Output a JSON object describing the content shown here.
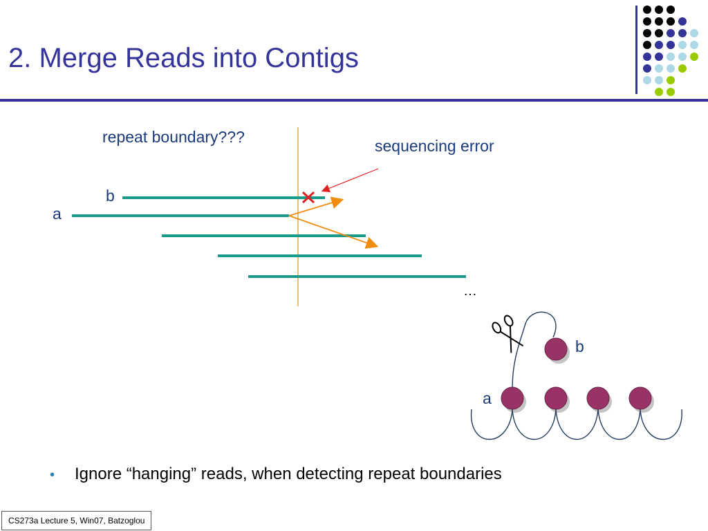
{
  "slide": {
    "title": "2. Merge Reads into Contigs"
  },
  "colors": {
    "title": "#333399",
    "read": "#1a9a8a",
    "boundary": "#f5a623",
    "arrow": "#f08c10",
    "error_marker": "#e02020",
    "error_pointer": "#e02020",
    "node": "#993366",
    "edge": "#1f3a5a",
    "dot_palette": [
      "#000000",
      "#333399",
      "#add8e6",
      "#99cc00"
    ]
  },
  "diagram": {
    "repeat_label": "repeat boundary???",
    "error_label": "sequencing error",
    "read_b_label": "b",
    "read_a_label": "a",
    "ellipsis": "…",
    "graph_b_label": "b",
    "graph_a_label": "a",
    "scissors_icon": "scissors-icon",
    "error_icon": "cross-mark-icon"
  },
  "bullets": [
    "Ignore “hanging” reads, when detecting repeat boundaries"
  ],
  "footer": {
    "text": "CS273a Lecture 5, Win07, Batzoglou"
  }
}
